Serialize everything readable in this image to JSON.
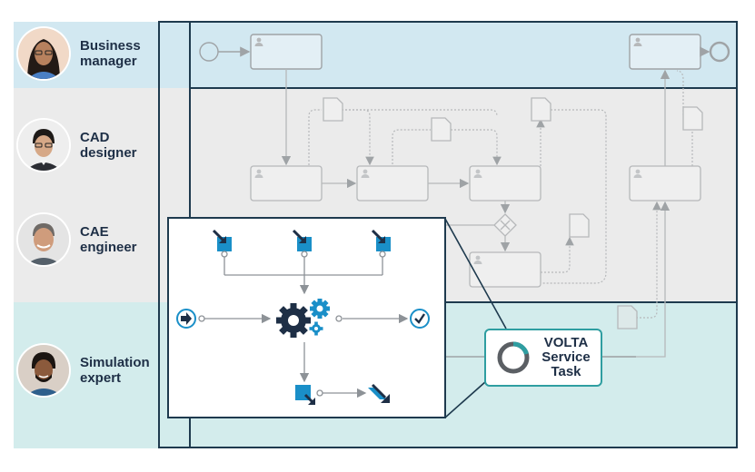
{
  "colors": {
    "lane_business": "#d2e8f1",
    "lane_middle": "#ebebeb",
    "lane_simulation": "#d3ecec",
    "pool_border": "#1e3a4e",
    "faded_stroke": "#b6b8ba",
    "accent_blue": "#1a8fc8",
    "dark_navy": "#1e2f46",
    "volta_teal": "#2f9ea1"
  },
  "roles": [
    {
      "label": "Business\nmanager",
      "avatar": "person-avatar"
    },
    {
      "label": "CAD\ndesigner",
      "avatar": "person-avatar"
    },
    {
      "label": "CAE\nengineer",
      "avatar": "person-avatar"
    },
    {
      "label": "Simulation\nexpert",
      "avatar": "person-avatar"
    }
  ],
  "volta": {
    "label": "VOLTA\nService\nTask",
    "icon": "volta-ring-icon"
  },
  "inset_icons": [
    "import-icon",
    "import-icon",
    "import-icon",
    "start-arrow-icon",
    "gears-icon",
    "check-icon",
    "export-icon",
    "download-icon"
  ]
}
